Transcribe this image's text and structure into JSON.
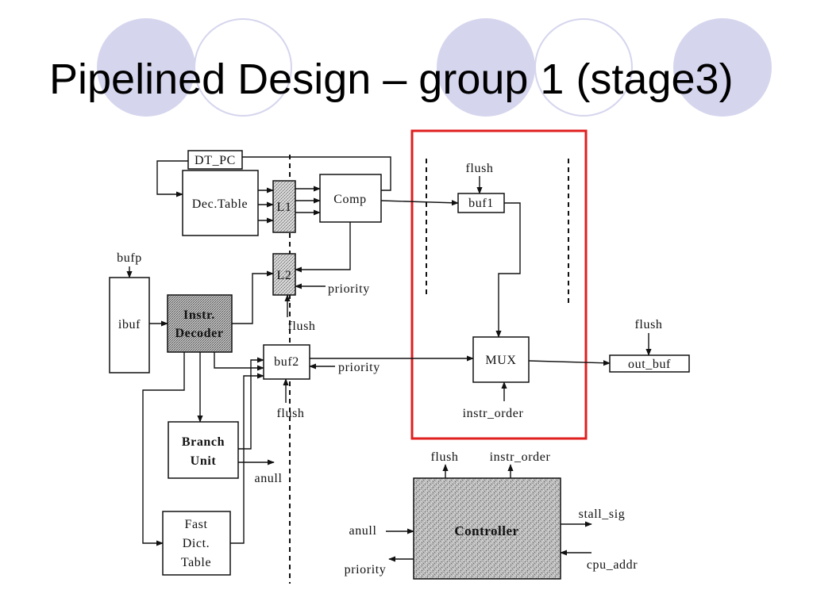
{
  "slide": {
    "title": "Pipelined Design – group 1 (stage3)"
  },
  "colors": {
    "circle": "#d5d5ee",
    "highlight": "#e01f1f"
  },
  "diagram": {
    "blocks": {
      "dt_pc": "DT_PC",
      "dec_table": "Dec.Table",
      "l1": "L1",
      "comp": "Comp",
      "l2": "L2",
      "ibuf": "ibuf",
      "instr_decoder": [
        "Instr.",
        "Decoder"
      ],
      "buf2": "buf2",
      "branch_unit": [
        "Branch",
        "Unit"
      ],
      "fast_dict_table": [
        "Fast",
        "Dict.",
        "Table"
      ],
      "buf1": "buf1",
      "mux": "MUX",
      "out_buf": "out_buf",
      "controller": "Controller"
    },
    "signals": {
      "bufp": "bufp",
      "flush_buf1": "flush",
      "priority_l2": "priority",
      "flush_l2": "flush",
      "priority_buf2": "priority",
      "flush_buf2": "flush",
      "flush_out_buf": "flush",
      "instr_order_mux": "instr_order",
      "anull_branch": "anull",
      "controller_flush": "flush",
      "controller_instr_order": "instr_order",
      "controller_stall_sig": "stall_sig",
      "controller_anull": "anull",
      "controller_cpu_addr": "cpu_addr",
      "controller_priority": "priority"
    }
  }
}
